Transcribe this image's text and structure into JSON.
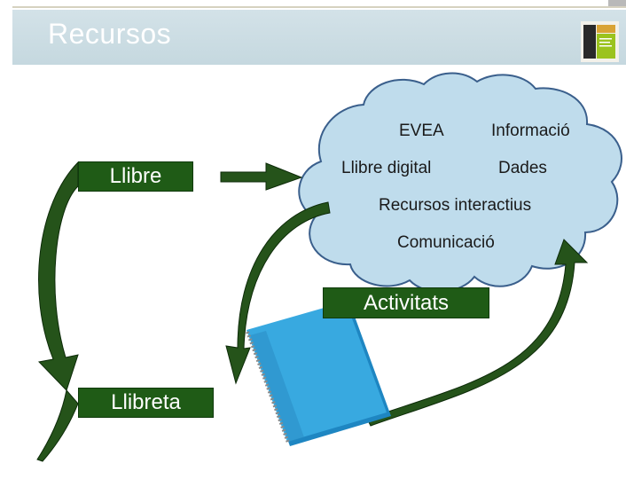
{
  "header": {
    "title": "Recursos"
  },
  "labels": {
    "llibre": "Llibre",
    "llibreta": "Llibreta",
    "activitats": "Activitats"
  },
  "cloud": {
    "items": [
      "EVEA",
      "Informació",
      "Llibre digital",
      "Dades",
      "Recursos interactius",
      "Comunicació"
    ]
  },
  "colors": {
    "header_bg": "#c9dbe2",
    "label_bg": "#1f5b16",
    "cloud_fill": "#bfdcec",
    "arrow_green": "#25531a",
    "notebook_blue": "#2f9ed8"
  },
  "icons": [
    "logo-icon",
    "notebook-icon"
  ]
}
